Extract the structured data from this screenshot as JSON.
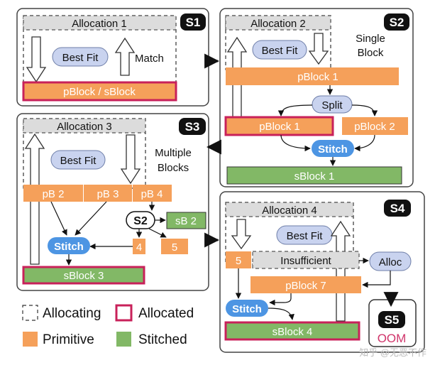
{
  "s1": {
    "badge": "S1",
    "allocation": "Allocation 1",
    "best_fit": "Best Fit",
    "match": "Match",
    "block": "pBlock / sBlock"
  },
  "s2": {
    "badge": "S2",
    "allocation": "Allocation 2",
    "best_fit": "Best Fit",
    "note_line1": "Single",
    "note_line2": "Block",
    "pblock1_top": "pBlock 1",
    "split": "Split",
    "pblock1": "pBlock 1",
    "pblock2": "pBlock 2",
    "stitch": "Stitch",
    "sblock1": "sBlock 1"
  },
  "s3": {
    "badge": "S3",
    "allocation": "Allocation 3",
    "best_fit": "Best Fit",
    "note_line1": "Multiple",
    "note_line2": "Blocks",
    "pb2": "pB 2",
    "pb3": "pB 3",
    "pb4": "pB 4",
    "s2_ref": "S2",
    "sb2": "sB 2",
    "frag4": "4",
    "frag5": "5",
    "stitch": "Stitch",
    "sblock3": "sBlock 3"
  },
  "s4": {
    "badge": "S4",
    "allocation": "Allocation 4",
    "best_fit": "Best Fit",
    "frag5": "5",
    "insufficient": "Insufficient",
    "alloc": "Alloc",
    "pblock7": "pBlock 7",
    "stitch": "Stitch",
    "sblock4": "sBlock 4"
  },
  "s5": {
    "badge": "S5",
    "oom": "OOM"
  },
  "legend": {
    "allocating": "Allocating",
    "allocated": "Allocated",
    "primitive": "Primitive",
    "stitched": "Stitched"
  },
  "watermark": "知乎 @无恶不作"
}
